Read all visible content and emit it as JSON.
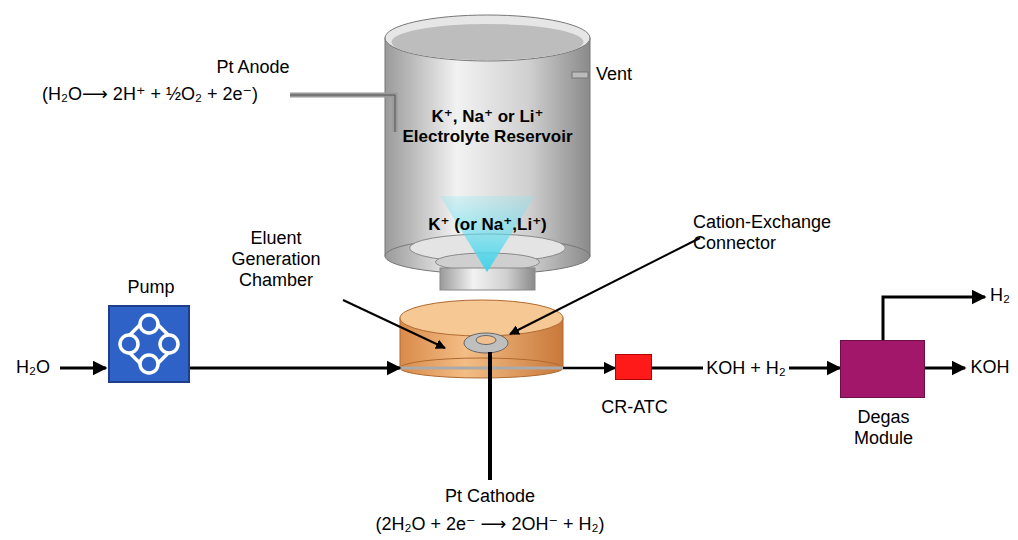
{
  "diagram": {
    "nodes": [
      {
        "text": [
          "K⁺, Na⁺ or Li⁺ Electrolyte Reservoir",
          "K⁺ (or Na⁺,Li⁺)"
        ]
      },
      {
        "text": [
          "Pump"
        ]
      },
      {
        "text": [
          "Eluent Generation Chamber"
        ]
      },
      {
        "text": [
          "CR-ATC"
        ]
      },
      {
        "text": [
          "Degas Module"
        ]
      }
    ],
    "edges": [
      {
        "from": 1,
        "to": 2,
        "arrow": "to"
      },
      {
        "from": 2,
        "to": 3,
        "arrow": "to"
      },
      {
        "from": 3,
        "to": 4,
        "label": "KOH + H₂",
        "arrow": "to"
      }
    ],
    "labels": [
      "Pt Anode",
      "(H₂O⟶ 2H⁺ + ½O₂ + 2e⁻)",
      "Vent",
      "Cation-Exchange Connector",
      "H₂O",
      "H₂",
      "KOH",
      "Pt Cathode",
      "(2H₂O + 2e⁻ ⟶ 2OH⁻ + H₂)"
    ]
  }
}
